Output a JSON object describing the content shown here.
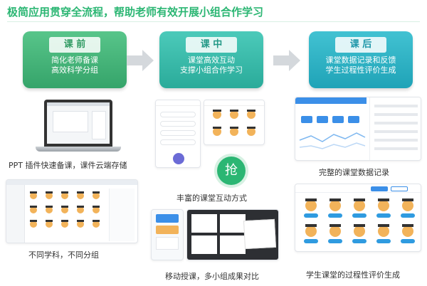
{
  "headline": "极简应用贯穿全流程，帮助老师有效开展小组合作学习",
  "phases": [
    {
      "tag": "课 前",
      "line1": "简化老师备课",
      "line2": "高效科学分组"
    },
    {
      "tag": "课 中",
      "line1": "课堂高效互动",
      "line2": "支撑小组合作学习"
    },
    {
      "tag": "课 后",
      "line1": "课堂数据记录和反馈",
      "line2": "学生过程性评价生成"
    }
  ],
  "captions": {
    "ppt": "PPT 插件快速备课，课件云端存储",
    "subjects": "不同学科，不同分组",
    "interaction": "丰富的课堂互动方式",
    "mobile": "移动授课，多小组成果对比",
    "data": "完整的课堂数据记录",
    "evaluation": "学生课堂的过程性评价生成"
  },
  "grab_badge": "抢",
  "colors": {
    "green": "#2bb673",
    "teal": "#2aab9a",
    "cyan": "#1fa3b7",
    "blue": "#3b8fe8"
  },
  "icons": [
    "arrow-right-icon",
    "laptop-icon",
    "student-avatar-icon",
    "grab-icon"
  ]
}
